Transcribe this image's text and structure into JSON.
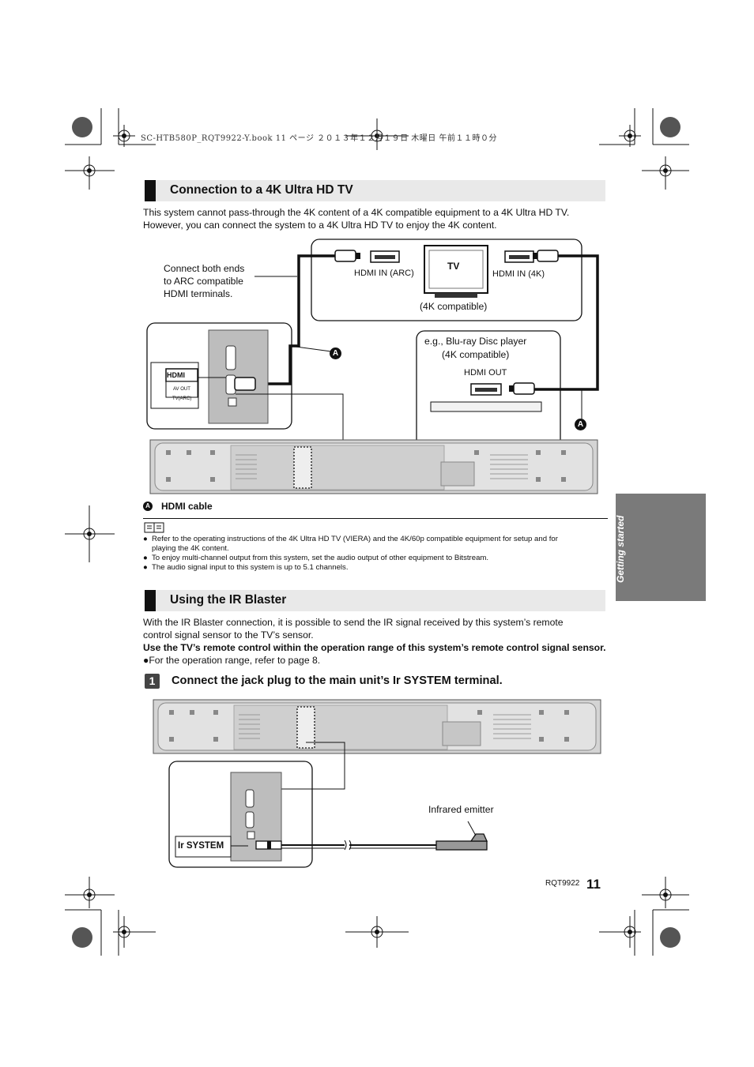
{
  "file_header": "SC-HTB580P_RQT9922-Y.book  11 ページ  ２０１３年１２月１９日  木曜日  午前１１時０分",
  "section1": {
    "title": "Connection to a 4K Ultra HD TV",
    "para_lines": [
      "This system cannot pass-through the 4K content of a 4K compatible equipment to a 4K Ultra HD TV.",
      "However, you can connect the system to a 4K Ultra HD TV to enjoy the 4K content."
    ]
  },
  "diagram1": {
    "callout_lines": [
      "Connect both ends",
      "to ARC compatible",
      "HDMI terminals."
    ],
    "tv_label": "TV",
    "hdmi_in_arc": "HDMI IN (ARC)",
    "hdmi_in_4k": "HDMI IN (4K)",
    "tv_4k_compatible": "(4K compatible)",
    "player_line1": "e.g., Blu-ray Disc player",
    "player_line2": "(4K compatible)",
    "hdmi_out": "HDMI OUT",
    "marker": "A",
    "port_hdmi": "HDMI",
    "port_av_out": "AV OUT",
    "port_tv_arc": "TV(ARC)"
  },
  "legend": {
    "marker": "A",
    "text": "HDMI cable"
  },
  "notes": [
    [
      "Refer to the operating instructions of the 4K Ultra HD TV (VIERA) and the 4K/60p compatible equipment for setup and for",
      "playing the 4K content."
    ],
    [
      "To enjoy multi-channel output from this system, set the audio output of other equipment to Bitstream."
    ],
    [
      "The audio signal input to this system is up to 5.1 channels."
    ]
  ],
  "bullet": "●",
  "sidebar_tab": "Getting started",
  "section2": {
    "title": "Using the IR Blaster",
    "para_lines": [
      "With the IR Blaster connection, it is possible to send the IR signal received by this system’s remote",
      "control signal sensor to the TV’s sensor."
    ],
    "bold_line": "Use the TV’s remote control within the operation range of this system’s remote control signal sensor.",
    "ref_line": "●For the operation range, refer to page 8."
  },
  "step1": {
    "number": "1",
    "text": "Connect the jack plug to the main unit’s Ir SYSTEM terminal."
  },
  "diagram2": {
    "infrared_emitter": "Infrared emitter",
    "ir_system": "Ir SYSTEM"
  },
  "footer": {
    "code": "RQT9922",
    "page": "11"
  }
}
